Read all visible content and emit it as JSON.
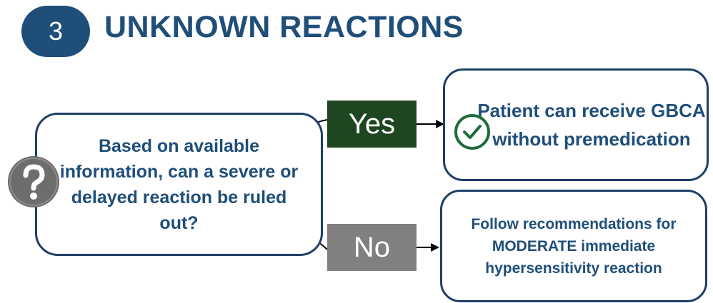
{
  "header": {
    "step_number": "3",
    "title": "UNKNOWN REACTIONS"
  },
  "question": {
    "text": "Based on available information, can a severe or delayed reaction be ruled out?"
  },
  "branches": {
    "yes_label": "Yes",
    "no_label": "No"
  },
  "outcomes": {
    "yes_text": "Patient can receive GBCA without premedication",
    "no_text": "Follow recommendations for MODERATE immediate hypersensitivity reaction"
  },
  "icons": {
    "question": "question-mark-icon",
    "check": "check-circle-icon"
  },
  "colors": {
    "primary_blue": "#1f4e79",
    "box_border": "#1f3f66",
    "yes_green": "#1e4620",
    "no_gray": "#808080",
    "check_green": "#1e6b3a",
    "question_gray": "#6d6d6d"
  }
}
